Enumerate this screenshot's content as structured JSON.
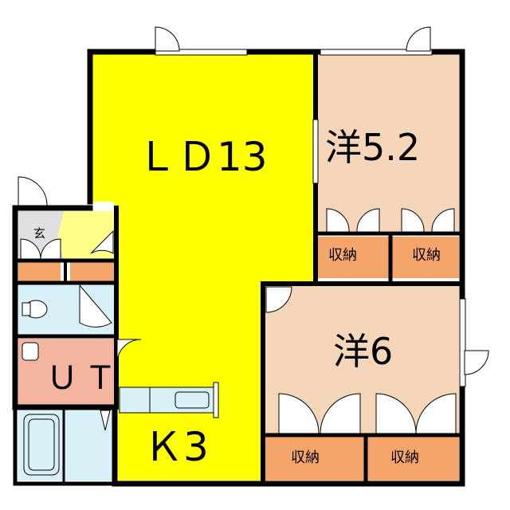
{
  "floorplan": {
    "rooms": {
      "ld": {
        "label": "ＬＤ13"
      },
      "kitchen": {
        "label": "Ｋ3"
      },
      "western_a": {
        "label": "洋5.2"
      },
      "western_b": {
        "label": "洋6"
      },
      "unit_bath": {
        "label": "ＵＴ"
      },
      "entrance": {
        "label": "玄"
      },
      "storage_1": {
        "label": "収納"
      },
      "storage_2": {
        "label": "収納"
      },
      "storage_3": {
        "label": "収納"
      },
      "storage_4": {
        "label": "収納"
      }
    },
    "colors": {
      "ld_kitchen": "#ffff00",
      "western_rooms": "#f5d6b8",
      "storage": "#f5a56a",
      "unit_bath": "#f5b4a0",
      "wet_areas": "#d8f0f8",
      "entrance_step": "#ffff88",
      "entrance_floor": "#e0e0e0",
      "walls": "#000000"
    }
  }
}
